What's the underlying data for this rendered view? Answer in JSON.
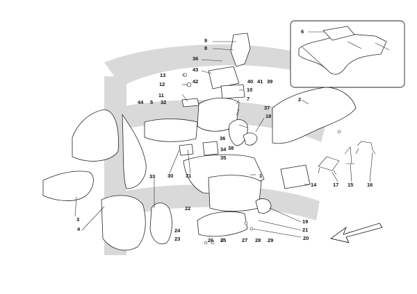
{
  "diagram": {
    "watermark_shade": "#d9d9d9",
    "line_color": "#222222",
    "callouts": [
      "1",
      "2",
      "3",
      "4",
      "5",
      "6",
      "7",
      "8",
      "9",
      "10",
      "11",
      "12",
      "13",
      "14",
      "15",
      "16",
      "17",
      "18",
      "19",
      "20",
      "21",
      "22",
      "23",
      "24",
      "25",
      "26",
      "27",
      "28",
      "29",
      "30",
      "31",
      "32",
      "33",
      "34",
      "35",
      "36",
      "36",
      "37",
      "38",
      "39",
      "40",
      "41",
      "42",
      "43",
      "44"
    ]
  }
}
